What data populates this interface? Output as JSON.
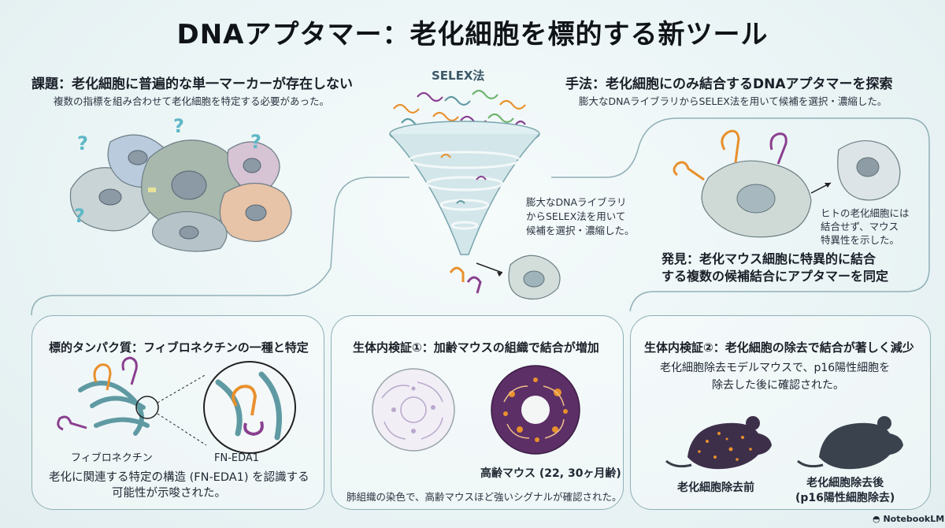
{
  "title": "DNAアプタマー：老化細胞を標的する新ツール",
  "problem": {
    "heading": "課題：老化細胞に普遍的な単一マーカーが存在しない",
    "desc": "複数の指標を組み合わせて老化細胞を特定する必要があった。",
    "question_mark": "?"
  },
  "selex": {
    "label": "SELEX法",
    "note_lines": [
      "膨大なDNAライブラリ",
      "からSELEX法を用いて",
      "候補を選択・濃縮した。"
    ]
  },
  "method": {
    "heading": "手法：老化細胞にのみ結合するDNAアプタマーを探索",
    "desc": "膨大なDNAライブラリからSELEX法を用いて候補を選択・濃縮した。"
  },
  "discovery": {
    "human_note_lines": [
      "ヒトの老化細胞には",
      "結合せず、マウス",
      "特異性を示した。"
    ],
    "heading_lines": [
      "発見：老化マウス細胞に特異的に結合",
      "する複数の候補結合にアプタマーを同定"
    ]
  },
  "target": {
    "heading": "標的タンパク質：フィブロネクチンの一種と特定",
    "protein_label": "フィブロネクチン",
    "domain_label": "FN-EDA1",
    "desc_lines": [
      "老化に関連する特定の構造 (FN-EDA1) を認識する",
      "可能性が示唆された。"
    ]
  },
  "invivo1": {
    "heading": "生体内検証①：加齢マウスの組織で結合が増加",
    "old_label": "高齢マウス (22, 30ヶ月齢)",
    "desc": "肺組織の染色で、高齢マウスほど強いシグナルが確認された。"
  },
  "invivo2": {
    "heading": "生体内検証②：老化細胞の除去で結合が著しく減少",
    "desc_lines": [
      "老化細胞除去モデルマウスで、p16陽性細胞を",
      "除去した後に確認された。"
    ],
    "before_label": "老化細胞除去前",
    "after_label_lines": [
      "老化細胞除去後",
      "(p16陽性細胞除去)"
    ]
  },
  "brand": "NotebookLM",
  "colors": {
    "teal": "#5f9aa3",
    "orange": "#e8902c",
    "purple": "#8a3f8f",
    "cell": "#cfdad6"
  }
}
